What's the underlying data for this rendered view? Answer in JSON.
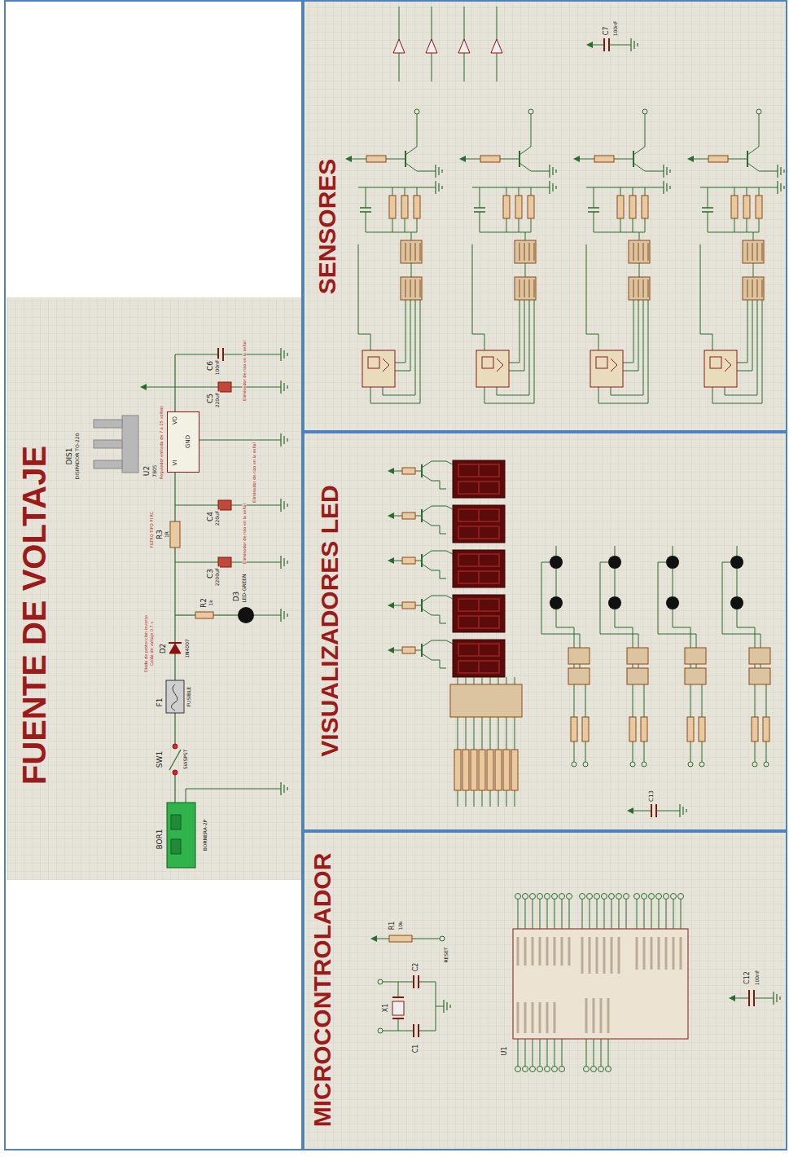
{
  "diagram": {
    "nodes": [
      {
        "text": [
          "FUENTE DE VOLTAJE"
        ]
      },
      {
        "text": [
          "VI",
          "GND",
          "VO"
        ],
        "in": 0
      },
      {
        "text": [
          "SENSORES"
        ]
      },
      {
        "text": [
          "VISUALIZADORES LED"
        ]
      },
      {
        "text": [
          "MICROCONTROLADOR"
        ]
      }
    ],
    "labels": [
      "DIS1",
      "DISIPADOR TO-220",
      "U2",
      "7805",
      "BOR1",
      "BORNERA-2P",
      "SW1",
      "SWSPST",
      "F1",
      "FUSIBLE",
      "D2",
      "1N4007",
      "Diodo de protección inversa",
      "Caída de voltaje 0.7 v",
      "R2",
      "1k",
      "D3",
      "LED-GREEN",
      "R3",
      "1R",
      "FILTRO TIPO PI RC",
      "C3",
      "2200uF",
      "Eliminador de rizo en la señal",
      "C4",
      "220uF",
      "Eliminador de rizo en la señal",
      "Regulador entrada de 7 a 25 voltios",
      "C5",
      "220uF",
      "Eliminador de rizo en la señal",
      "C6",
      "100nF",
      "C7",
      "100nF",
      "C13",
      "R1",
      "10k",
      "RESET",
      "X1",
      "C1",
      "C2",
      "U1",
      "C12",
      "100nF"
    ]
  }
}
